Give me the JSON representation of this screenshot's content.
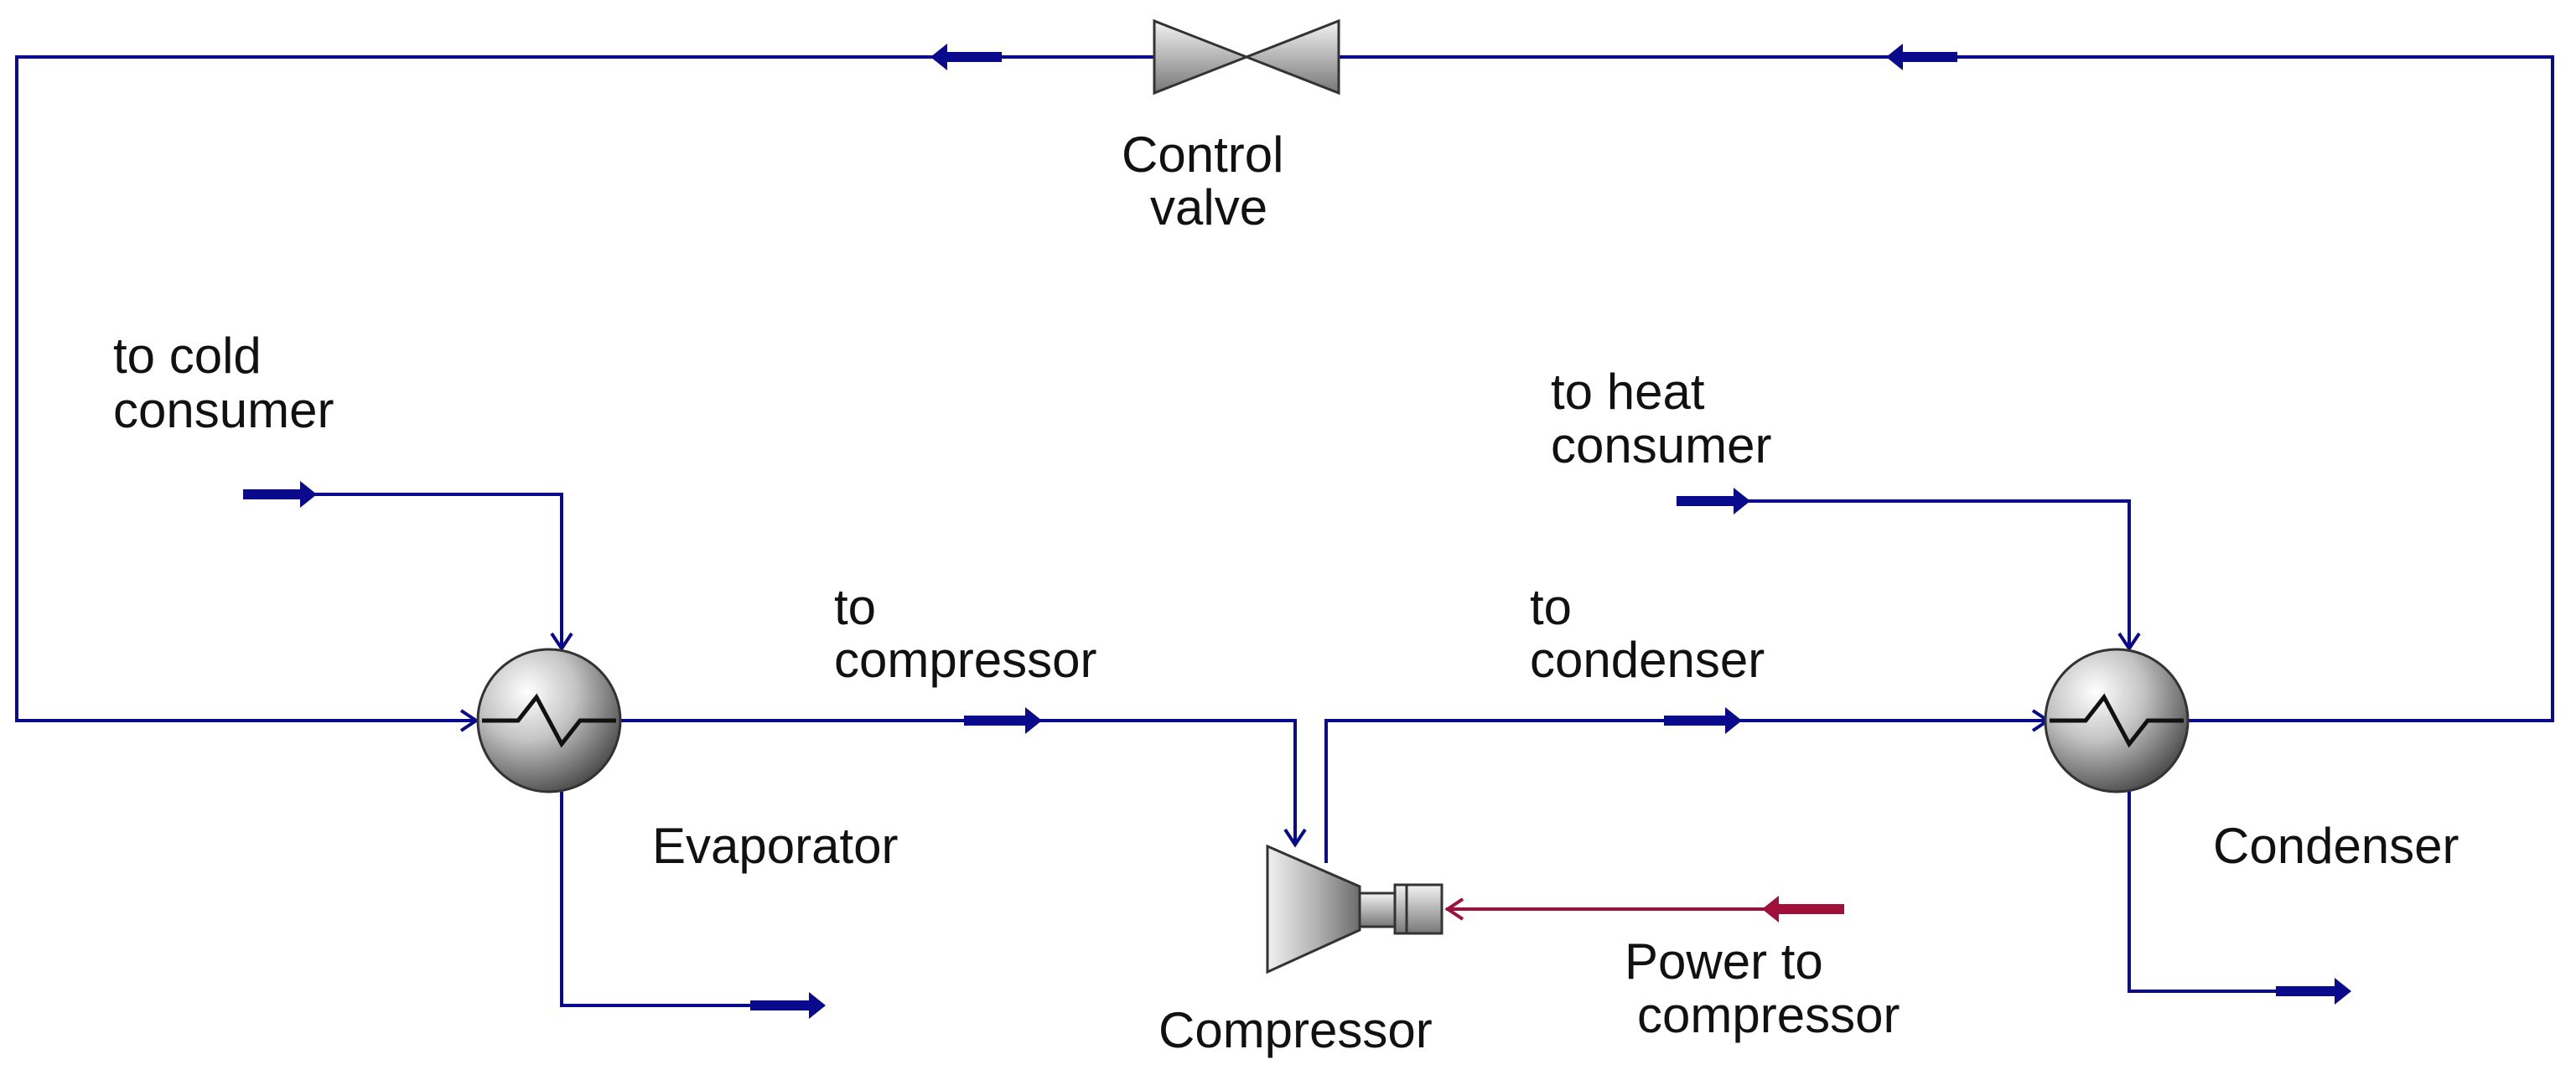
{
  "diagram": {
    "labels": {
      "control_valve_1": "Control",
      "control_valve_2": "valve",
      "cold_consumer_1": "to cold",
      "cold_consumer_2": "consumer",
      "heat_consumer_1": "to heat",
      "heat_consumer_2": "consumer",
      "to_compressor_1": "to",
      "to_compressor_2": "compressor",
      "to_condenser_1": "to",
      "to_condenser_2": "condenser",
      "evaporator": "Evaporator",
      "condenser": "Condenser",
      "compressor": "Compressor",
      "power_1": "Power to",
      "power_2": "compressor"
    },
    "colors": {
      "refrigerant_line": "#0a0a8c",
      "power_line": "#a0103a",
      "component_gray": "#a8a8a8"
    }
  }
}
